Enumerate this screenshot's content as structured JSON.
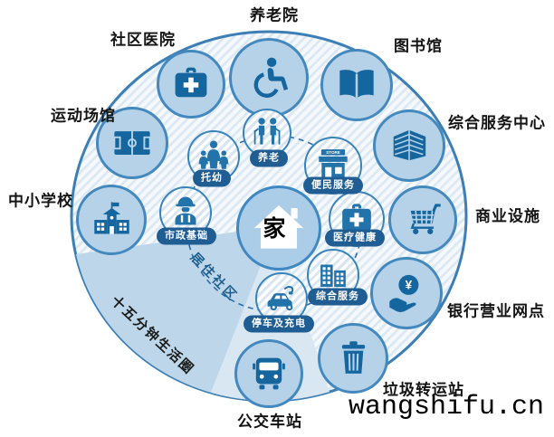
{
  "watermark": "wangshifu.cn",
  "center": {
    "label": "家",
    "icon": "home-house-icon"
  },
  "zone_labels": {
    "residential": "居住社区",
    "life_circle": "十五分钟生活圈"
  },
  "inner_ring": [
    {
      "label": "托幼",
      "icon": "family-children-icon"
    },
    {
      "label": "养老",
      "icon": "elderly-couple-icon"
    },
    {
      "label": "便民服务",
      "icon": "storefront-icon"
    },
    {
      "label": "医疗健康",
      "icon": "first-aid-kit-icon"
    },
    {
      "label": "综合服务",
      "icon": "buildings-icon"
    },
    {
      "label": "停车及充电",
      "icon": "ev-car-charging-icon"
    },
    {
      "label": "市政基础",
      "icon": "construction-worker-icon"
    }
  ],
  "outer_ring": [
    {
      "label": "养老院",
      "icon": "wheelchair-icon"
    },
    {
      "label": "社区医院",
      "icon": "medical-kit-icon"
    },
    {
      "label": "图书馆",
      "icon": "open-book-icon"
    },
    {
      "label": "运动场馆",
      "icon": "sports-field-icon"
    },
    {
      "label": "综合服务中心",
      "icon": "office-building-icon"
    },
    {
      "label": "中小学校",
      "icon": "school-icon"
    },
    {
      "label": "商业设施",
      "icon": "shopping-cart-icon"
    },
    {
      "label": "银行营业网点",
      "icon": "yuan-hand-icon"
    },
    {
      "label": "垃圾转运站",
      "icon": "trash-bin-icon"
    },
    {
      "label": "公交车站",
      "icon": "bus-icon"
    }
  ],
  "icon_text": {
    "store_sign": "STORE",
    "yuan": "¥"
  },
  "colors": {
    "icon_blue": "#15669f",
    "outer_circle_fill": "#b6d2e8",
    "outer_circle_border": "#4489be",
    "big_circle_border": "#3d7fb5",
    "pill_bg": "#1f5d92",
    "wedge_dark": "#bdd6e9",
    "wedge_light": "#d9e7f2",
    "dashed_ring": "#2e6ea8"
  }
}
